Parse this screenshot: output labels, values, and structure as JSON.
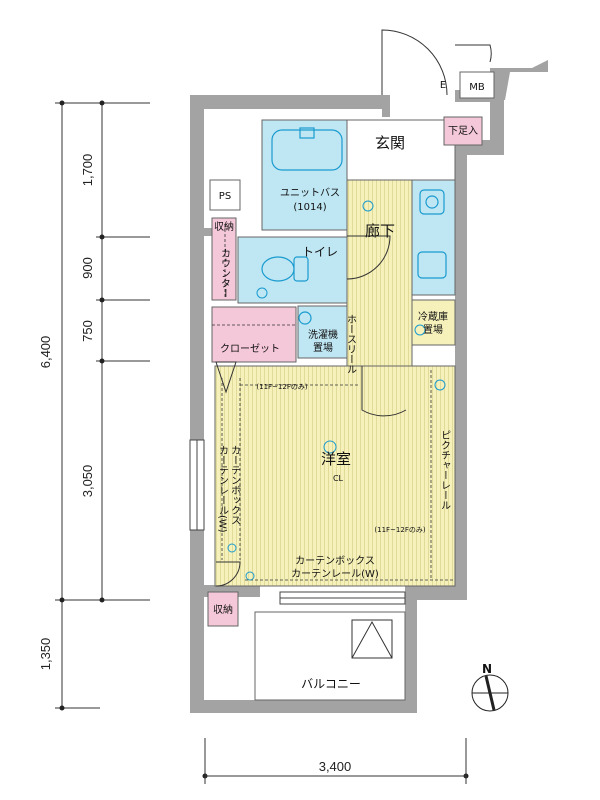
{
  "plan": {
    "rooms": {
      "entrance": "玄関",
      "shoe_box": "下足入",
      "mb": "MB",
      "ps": "PS",
      "unit_bath": "ユニットバス",
      "unit_bath_size": "(1014)",
      "toilet": "トイレ",
      "storage_top": "収納",
      "counter": "カウンター",
      "hallway": "廊下",
      "laundry_1": "洗濯機",
      "laundry_2": "置場",
      "fridge_1": "冷蔵庫",
      "fridge_2": "置場",
      "hose_reel": "ホースリール",
      "closet": "クローゼット",
      "western_room": "洋室",
      "curtain_box_left": "カーテンボックス",
      "curtain_rail_left": "カーテンレール(W)",
      "floor_note_left": "(11F~12Fのみ)",
      "floor_note_right": "(11F~12Fのみ)",
      "picture_rail": "ピクチャーレール",
      "curtain_box_bottom": "カーテンボックス",
      "curtain_rail_bottom": "カーテンレール(W)",
      "storage_bottom": "収納",
      "balcony": "バルコニー",
      "compass_n": "N",
      "cl": "CL",
      "e_mark": "E"
    },
    "dimensions": {
      "total_height": "6,400",
      "seg_1": "1,700",
      "seg_2": "900",
      "seg_3": "750",
      "seg_4": "3,050",
      "balcony_depth": "1,350",
      "width": "3,400"
    },
    "colors": {
      "wall": "#a3a3a3",
      "wet_area": "#bfe6f3",
      "hallway_floor": "#f3efb4",
      "room_floor": "#f6f1bb",
      "storage": "#f4c8d8",
      "fixture_line": "#1a9bcf"
    }
  }
}
